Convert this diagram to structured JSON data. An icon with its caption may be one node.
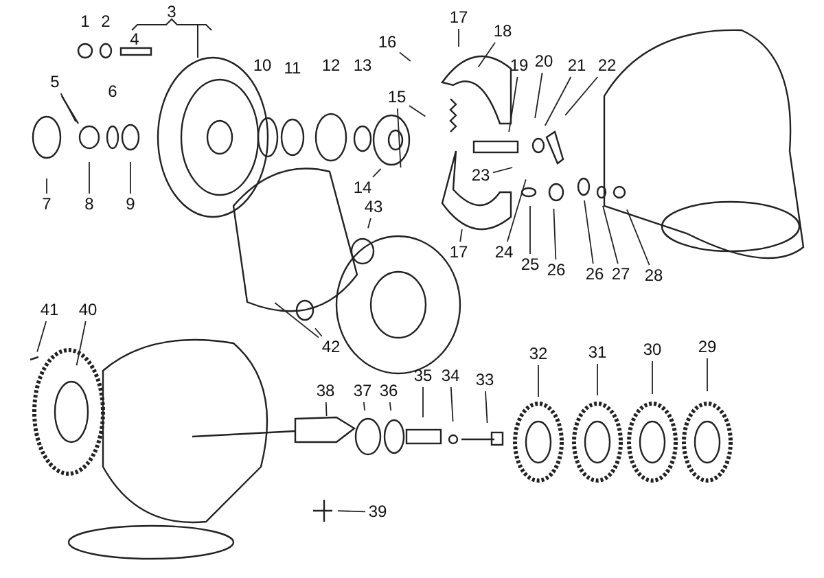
{
  "diagram": {
    "nodes": [
      {
        "text": [
          "1"
        ]
      },
      {
        "text": [
          "2"
        ]
      },
      {
        "text": [
          "3"
        ]
      },
      {
        "text": [
          "4"
        ]
      },
      {
        "text": [
          "5"
        ]
      },
      {
        "text": [
          "6"
        ]
      },
      {
        "text": [
          "7"
        ]
      },
      {
        "text": [
          "8"
        ]
      },
      {
        "text": [
          "9"
        ]
      },
      {
        "text": [
          "10"
        ]
      },
      {
        "text": [
          "11"
        ]
      },
      {
        "text": [
          "12"
        ]
      },
      {
        "text": [
          "13"
        ]
      },
      {
        "text": [
          "14"
        ]
      },
      {
        "text": [
          "15"
        ]
      },
      {
        "text": [
          "16"
        ]
      },
      {
        "text": [
          "17"
        ]
      },
      {
        "text": [
          "18"
        ]
      },
      {
        "text": [
          "19"
        ]
      },
      {
        "text": [
          "20"
        ]
      },
      {
        "text": [
          "21"
        ]
      },
      {
        "text": [
          "22"
        ]
      },
      {
        "text": [
          "23"
        ]
      },
      {
        "text": [
          "24"
        ]
      },
      {
        "text": [
          "25"
        ]
      },
      {
        "text": [
          "26"
        ]
      },
      {
        "text": [
          "26"
        ]
      },
      {
        "text": [
          "27"
        ]
      },
      {
        "text": [
          "28"
        ]
      },
      {
        "text": [
          "17"
        ]
      },
      {
        "text": [
          "43"
        ]
      },
      {
        "text": [
          "42"
        ]
      },
      {
        "text": [
          "41"
        ]
      },
      {
        "text": [
          "40"
        ]
      },
      {
        "text": [
          "38"
        ]
      },
      {
        "text": [
          "37"
        ]
      },
      {
        "text": [
          "36"
        ]
      },
      {
        "text": [
          "35"
        ]
      },
      {
        "text": [
          "34"
        ]
      },
      {
        "text": [
          "33"
        ]
      },
      {
        "text": [
          "32"
        ]
      },
      {
        "text": [
          "31"
        ]
      },
      {
        "text": [
          "30"
        ]
      },
      {
        "text": [
          "29"
        ]
      },
      {
        "text": [
          "39"
        ]
      }
    ],
    "edges": [
      {
        "from": 4,
        "to": null,
        "arrow": "none"
      },
      {
        "from": 6,
        "to": null,
        "arrow": "none"
      },
      {
        "from": 7,
        "to": null,
        "arrow": "none"
      },
      {
        "from": 8,
        "to": null,
        "arrow": "none"
      },
      {
        "from": 13,
        "to": null,
        "arrow": "none"
      },
      {
        "from": 14,
        "to": null,
        "arrow": "none"
      },
      {
        "from": 14,
        "to": null,
        "arrow": "none"
      },
      {
        "from": 15,
        "to": null,
        "arrow": "none"
      },
      {
        "from": 16,
        "to": null,
        "arrow": "none"
      },
      {
        "from": 17,
        "to": null,
        "arrow": "none"
      },
      {
        "from": 18,
        "to": null,
        "arrow": "none"
      },
      {
        "from": 19,
        "to": null,
        "arrow": "none"
      },
      {
        "from": 20,
        "to": null,
        "arrow": "none"
      },
      {
        "from": 21,
        "to": null,
        "arrow": "none"
      },
      {
        "from": 22,
        "to": null,
        "arrow": "none"
      },
      {
        "from": 23,
        "to": null,
        "arrow": "none"
      },
      {
        "from": 24,
        "to": null,
        "arrow": "none"
      },
      {
        "from": 25,
        "to": null,
        "arrow": "none"
      },
      {
        "from": 26,
        "to": null,
        "arrow": "none"
      },
      {
        "from": 27,
        "to": null,
        "arrow": "none"
      },
      {
        "from": 28,
        "to": null,
        "arrow": "none"
      },
      {
        "from": 29,
        "to": null,
        "arrow": "none"
      },
      {
        "from": 30,
        "to": null,
        "arrow": "none"
      },
      {
        "from": 31,
        "to": null,
        "arrow": "none"
      },
      {
        "from": 31,
        "to": null,
        "arrow": "none"
      },
      {
        "from": 32,
        "to": null,
        "arrow": "none"
      },
      {
        "from": 33,
        "to": null,
        "arrow": "none"
      },
      {
        "from": 34,
        "to": null,
        "arrow": "none"
      },
      {
        "from": 35,
        "to": null,
        "arrow": "none"
      },
      {
        "from": 36,
        "to": null,
        "arrow": "none"
      },
      {
        "from": 37,
        "to": null,
        "arrow": "none"
      },
      {
        "from": 38,
        "to": null,
        "arrow": "none"
      },
      {
        "from": 39,
        "to": null,
        "arrow": "none"
      },
      {
        "from": 40,
        "to": null,
        "arrow": "none"
      },
      {
        "from": 41,
        "to": null,
        "arrow": "none"
      },
      {
        "from": 42,
        "to": null,
        "arrow": "none"
      },
      {
        "from": 43,
        "to": null,
        "arrow": "none"
      },
      {
        "from": 44,
        "to": null,
        "arrow": "none"
      }
    ]
  }
}
